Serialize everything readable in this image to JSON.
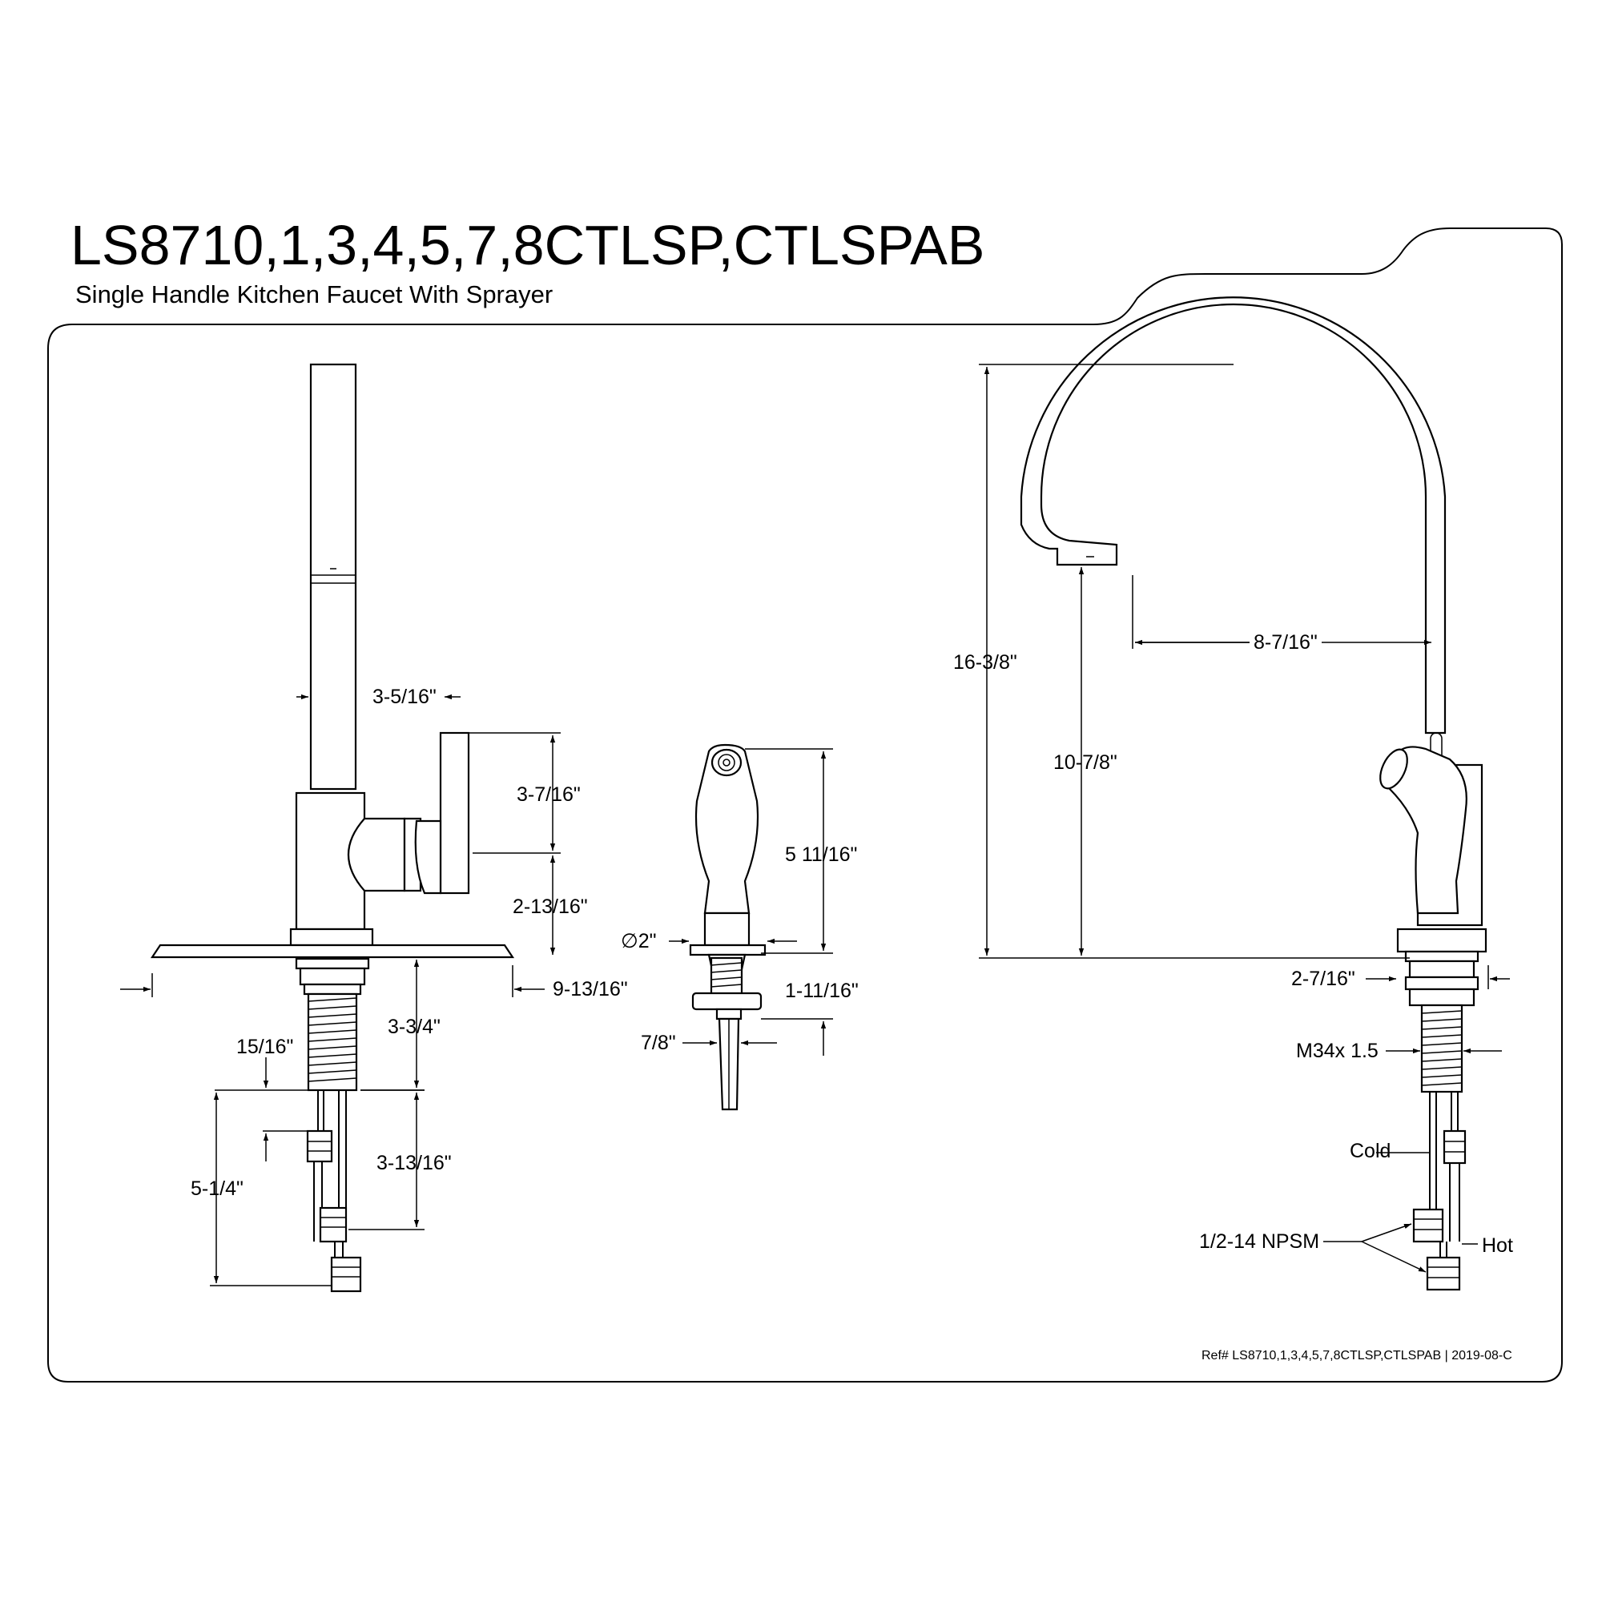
{
  "header": {
    "title": "LS8710,1,3,4,5,7,8CTLSP,CTLSPAB",
    "subtitle": "Single Handle Kitchen Faucet With Sprayer"
  },
  "side_view": {
    "handle_offset": "3-5/16\"",
    "handle_height": "3-7/16\"",
    "body_height": "2-13/16\"",
    "deck_plate": "9-13/16\"",
    "shank_length": "3-3/4\"",
    "shank_offset": "15/16\"",
    "supply_length": "3-13/16\"",
    "total_supply": "5-1/4\""
  },
  "sprayer": {
    "height": "5 11/16\"",
    "base_diameter": "∅2\"",
    "mount_length": "1-11/16\"",
    "hose_diameter": "7/8\""
  },
  "front_view": {
    "total_height": "16-3/8\"",
    "spout_reach": "8-7/16\"",
    "spout_clearance": "10-7/8\"",
    "base_diameter": "2-7/16\"",
    "thread": "M34x 1.5",
    "cold": "Cold",
    "hot": "Hot",
    "connection": "1/2-14 NPSM"
  },
  "footer": {
    "ref": "Ref# LS8710,1,3,4,5,7,8CTLSP,CTLSPAB | 2019-08-C"
  }
}
